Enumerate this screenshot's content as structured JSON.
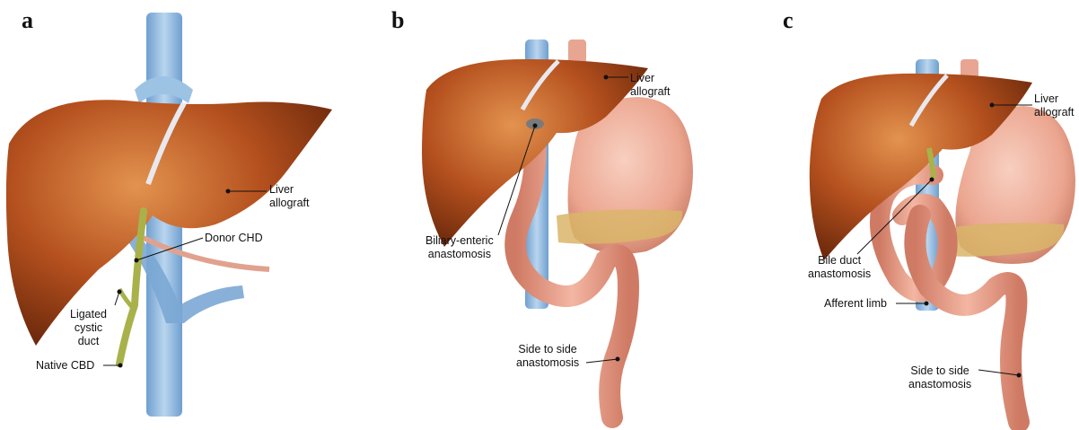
{
  "panels": [
    {
      "letter": "a",
      "labels": {
        "liver": [
          "Liver",
          "allograft"
        ],
        "donor_chd": "Donor CHD",
        "ligated": [
          "Ligated",
          "cystic",
          "duct"
        ],
        "native_cbd": "Native CBD"
      }
    },
    {
      "letter": "b",
      "labels": {
        "liver": [
          "Liver",
          "allograft"
        ],
        "biliary": [
          "Biliary-enteric",
          "anastomosis"
        ],
        "side": [
          "Side to side",
          "anastomosis"
        ]
      }
    },
    {
      "letter": "c",
      "labels": {
        "liver": [
          "Liver",
          "allograft"
        ],
        "bile_duct": [
          "Bile duct",
          "anastomosis"
        ],
        "afferent": "Afferent limb",
        "side": [
          "Side to side",
          "anastomosis"
        ]
      }
    }
  ],
  "colors": {
    "liver": "#b4501e",
    "liver_dark": "#6e2a0c",
    "liver_light": "#e08a4a",
    "vein": "#8fb8dc",
    "vein_dark": "#5b8cc0",
    "bowel": "#e8a08a",
    "bowel_dark": "#c06a58",
    "stomach": "#f2b9a6",
    "pancreas": "#d9b56a",
    "duct": "#a9b24a",
    "artery": "#e0a28e"
  }
}
